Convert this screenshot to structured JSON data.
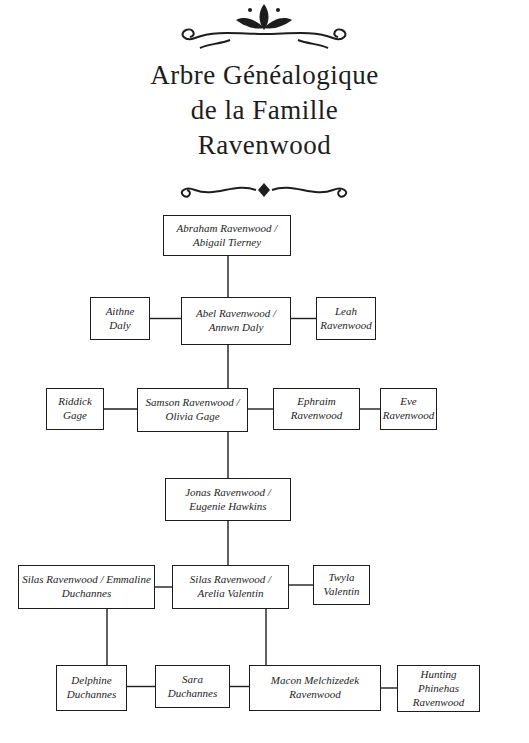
{
  "diagram": {
    "title": "Arbre Généalogique de la Famille Ravenwood",
    "nodes": [
      {
        "text": [
          "Abraham Ravenwood / Abigail Tierney"
        ]
      },
      {
        "text": [
          "Aithne Daly"
        ]
      },
      {
        "text": [
          "Abel Ravenwood / Annwn Daly"
        ]
      },
      {
        "text": [
          "Leah Ravenwood"
        ]
      },
      {
        "text": [
          "Riddick Gage"
        ]
      },
      {
        "text": [
          "Samson Ravenwood / Olivia Gage"
        ]
      },
      {
        "text": [
          "Ephraim Ravenwood"
        ]
      },
      {
        "text": [
          "Eve Ravenwood"
        ]
      },
      {
        "text": [
          "Jonas Ravenwood / Eugenie Hawkins"
        ]
      },
      {
        "text": [
          "Silas Ravenwood / Emmaline Duchannes"
        ]
      },
      {
        "text": [
          "Silas Ravenwood / Arelia Valentin"
        ]
      },
      {
        "text": [
          "Twyla Valentin"
        ]
      },
      {
        "text": [
          "Delphine Duchannes"
        ]
      },
      {
        "text": [
          "Sara Duchannes"
        ]
      },
      {
        "text": [
          "Macon Melchizedek Ravenwood"
        ]
      },
      {
        "text": [
          "Hunting Phinehas Ravenwood"
        ]
      }
    ],
    "edges": [
      {
        "from": 0,
        "to": 2,
        "arrow": "none"
      },
      {
        "from": 1,
        "to": 2,
        "arrow": "none"
      },
      {
        "from": 2,
        "to": 3,
        "arrow": "none"
      },
      {
        "from": 4,
        "to": 5,
        "arrow": "none"
      },
      {
        "from": 2,
        "to": 5,
        "arrow": "none"
      },
      {
        "from": 5,
        "to": 6,
        "arrow": "none"
      },
      {
        "from": 6,
        "to": 7,
        "arrow": "none"
      },
      {
        "from": 5,
        "to": 8,
        "arrow": "none"
      },
      {
        "from": 8,
        "to": 10,
        "arrow": "none"
      },
      {
        "from": 9,
        "to": 10,
        "arrow": "none"
      },
      {
        "from": 10,
        "to": 11,
        "arrow": "none"
      },
      {
        "from": 9,
        "to": 12,
        "arrow": "none"
      },
      {
        "from": 10,
        "to": 14,
        "arrow": "none"
      },
      {
        "from": 12,
        "to": 13,
        "arrow": "none"
      },
      {
        "from": 13,
        "to": 14,
        "arrow": "none"
      },
      {
        "from": 14,
        "to": 15,
        "arrow": "none"
      }
    ]
  }
}
